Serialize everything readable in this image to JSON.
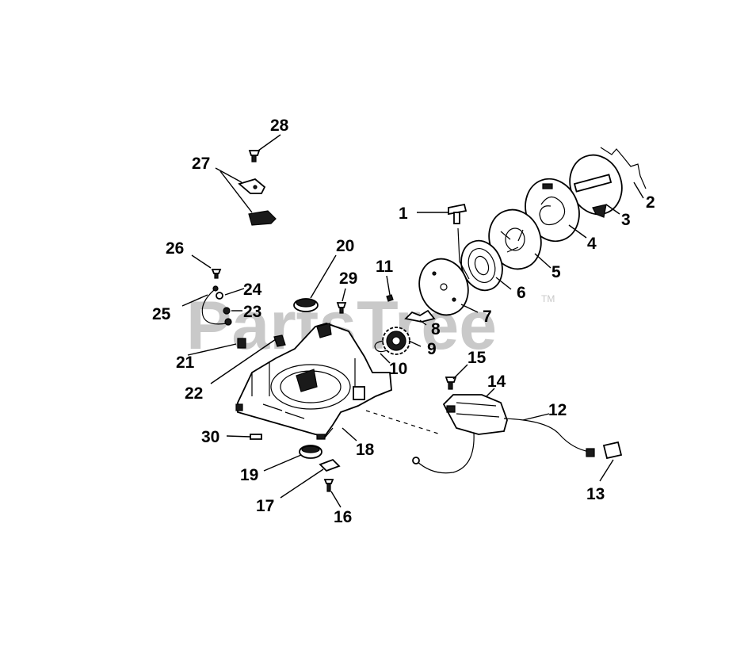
{
  "watermark": {
    "text": "PartsTree",
    "trademark": "TM"
  },
  "callouts": [
    "1",
    "2",
    "3",
    "4",
    "5",
    "6",
    "7",
    "8",
    "9",
    "10",
    "11",
    "12",
    "13",
    "14",
    "15",
    "16",
    "17",
    "18",
    "19",
    "20",
    "21",
    "22",
    "23",
    "24",
    "25",
    "26",
    "27",
    "28",
    "29",
    "30"
  ]
}
